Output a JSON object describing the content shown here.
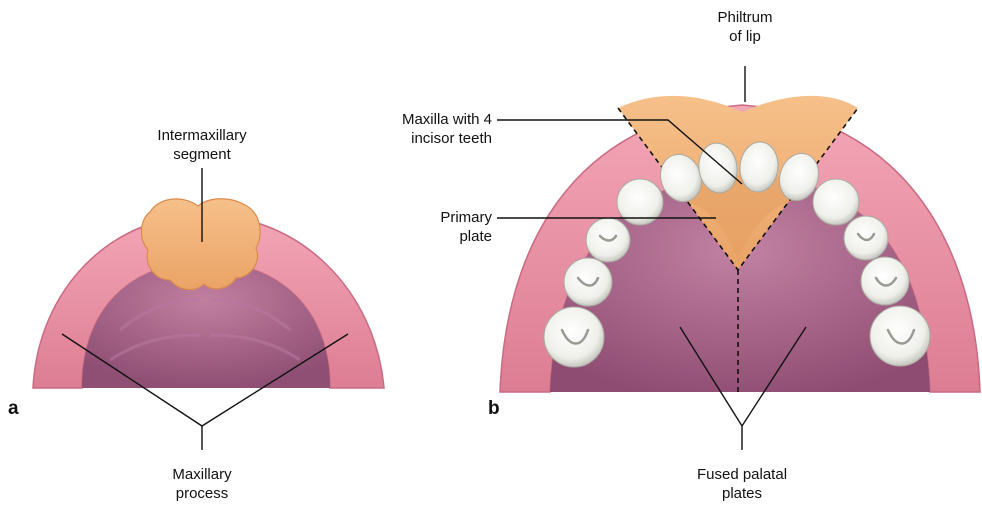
{
  "panel_a": {
    "letter": "a",
    "label_top": [
      "Intermaxillary",
      "segment"
    ],
    "label_bottom": [
      "Maxillary",
      "process"
    ]
  },
  "panel_b": {
    "letter": "b",
    "label_top": [
      "Philtrum",
      "of lip"
    ],
    "label_maxilla": [
      "Maxilla with 4",
      "incisor teeth"
    ],
    "label_primary": [
      "Primary",
      "plate"
    ],
    "label_bottom": [
      "Fused palatal",
      "plates"
    ]
  },
  "colors": {
    "gum": "#e98fa2",
    "gum_dark": "#d26c84",
    "palate": "#9d5a80",
    "palate_light": "#b57496",
    "orange": "#f3b47a",
    "orange_dark": "#e19a5c",
    "tooth": "#f4f4f1",
    "tooth_shadow": "#bdbdb7",
    "line": "#111111"
  }
}
